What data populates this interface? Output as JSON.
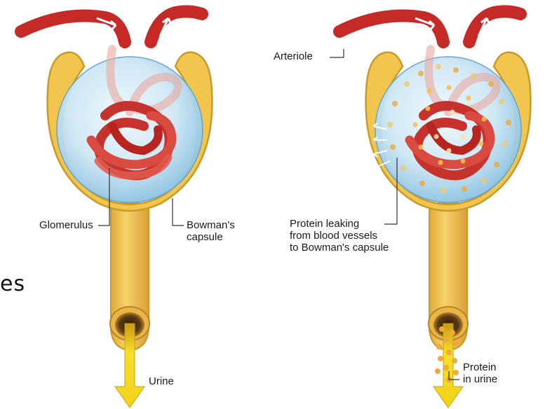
{
  "labels": {
    "glomerulus": "Glomerulus",
    "bowmans_line1": "Bowman's",
    "bowmans_line2": "capsule",
    "urine": "Urine",
    "arteriole": "Arteriole",
    "leak_line1": "Protein leaking",
    "leak_line2": "from blood vessels",
    "leak_line3": "to Bowman's capsule",
    "protein_line1": "Protein",
    "protein_line2": "in urine",
    "cut_text": "es"
  },
  "colors": {
    "capsule": "#f2c54e",
    "capsule_edge": "#c89a2a",
    "vessel": "#c62a26",
    "sphere": "#bfe0f2",
    "protein": "#f0a93a",
    "urine_arrow": "#f4d21b"
  }
}
